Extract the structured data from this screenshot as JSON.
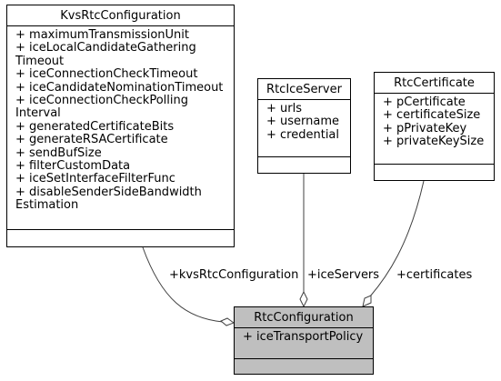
{
  "classes": {
    "kvs": {
      "name": "KvsRtcConfiguration",
      "attributes": [
        "+ maximumTransmissionUnit",
        "+ iceLocalCandidateGathering",
        "Timeout",
        "+ iceConnectionCheckTimeout",
        "+ iceCandidateNominationTimeout",
        "+ iceConnectionCheckPolling",
        "Interval",
        "+ generatedCertificateBits",
        "+ generateRSACertificate",
        "+ sendBufSize",
        "+ filterCustomData",
        "+ iceSetInterfaceFilterFunc",
        "+ disableSenderSideBandwidth",
        "Estimation"
      ]
    },
    "ice": {
      "name": "RtcIceServer",
      "attributes": [
        "+ urls",
        "+ username",
        "+ credential"
      ]
    },
    "cert": {
      "name": "RtcCertificate",
      "attributes": [
        "+ pCertificate",
        "+ certificateSize",
        "+ pPrivateKey",
        "+ privateKeySize"
      ]
    },
    "rtc": {
      "name": "RtcConfiguration",
      "attributes": [
        "+ iceTransportPolicy"
      ]
    }
  },
  "edges": {
    "kvs": "+kvsRtcConfiguration",
    "ice": "+iceServers",
    "cert": "+certificates"
  }
}
